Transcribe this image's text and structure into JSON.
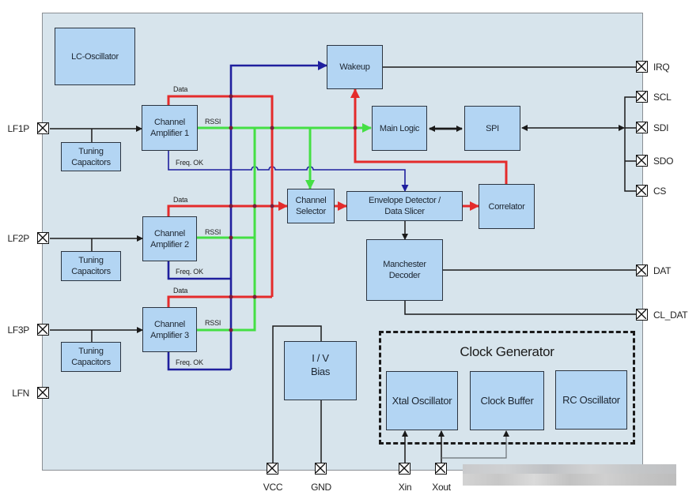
{
  "signal_colors": {
    "data": "#e42b2b",
    "rssi": "#44df44",
    "freq_ok": "#1f1f9e",
    "wire": "#1a1a1a",
    "block_fill": "#b3d5f3",
    "chip_fill": "#d7e4ec"
  },
  "blocks": {
    "lc_oscillator": "LC-Oscillator",
    "tuning_1": "Tuning\nCapacitors",
    "tuning_2": "Tuning\nCapacitors",
    "tuning_3": "Tuning\nCapacitors",
    "amp_1": "Channel\nAmplifier 1",
    "amp_2": "Channel\nAmplifier 2",
    "amp_3": "Channel\nAmplifier 3",
    "wakeup": "Wakeup",
    "main_logic": "Main Logic",
    "spi": "SPI",
    "channel_selector": "Channel\nSelector",
    "envelope_detector": "Envelope Detector /\nData Slicer",
    "correlator": "Correlator",
    "manchester_decoder": "Manchester\nDecoder",
    "iv_bias": "I / V\nBias",
    "clock_generator": {
      "title": "Clock Generator",
      "xtal_oscillator": "Xtal Oscillator",
      "clock_buffer": "Clock Buffer",
      "rc_oscillator": "RC Oscillator"
    }
  },
  "wire_labels": {
    "amp_1": {
      "data": "Data",
      "rssi": "RSSI",
      "freq_ok": "Freq. OK"
    },
    "amp_2": {
      "data": "Data",
      "rssi": "RSSI",
      "freq_ok": "Freq. OK"
    },
    "amp_3": {
      "data": "Data",
      "rssi": "RSSI",
      "freq_ok": "Freq. OK"
    }
  },
  "pins": {
    "left": [
      "LF1P",
      "LF2P",
      "LF3P",
      "LFN"
    ],
    "right": [
      "IRQ",
      "SCL",
      "SDI",
      "SDO",
      "CS",
      "DAT",
      "CL_DAT"
    ],
    "bottom": [
      "VCC",
      "GND",
      "Xin",
      "Xout"
    ]
  }
}
